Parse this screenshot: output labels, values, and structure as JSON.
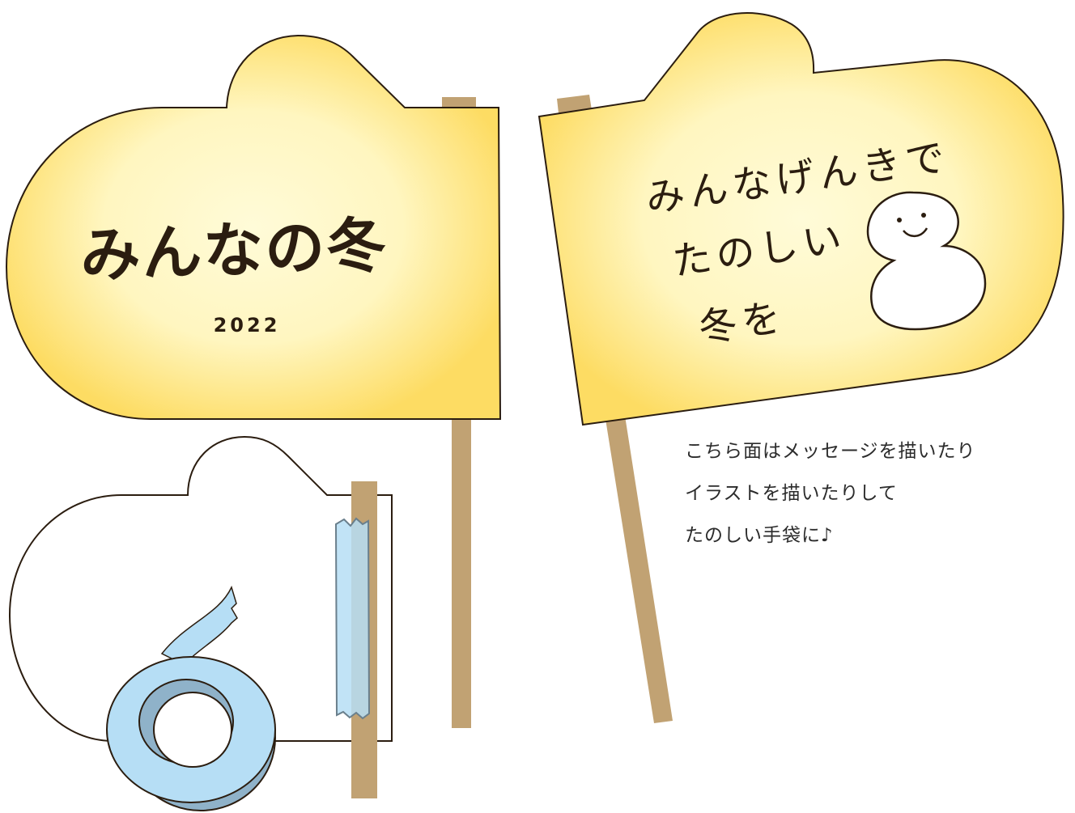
{
  "colors": {
    "mitten_fill": "#fddc63",
    "mitten_glow": "#fffbd8",
    "outline": "#2b1d10",
    "stick": "#c1a273",
    "tape": "#b6def5",
    "tape_dark": "#8fb2c9"
  },
  "front_mitten": {
    "title": "みんなの冬",
    "year": "2022"
  },
  "back_mitten": {
    "lines": [
      "みんなげんきで",
      "たのしい",
      "冬を"
    ],
    "illustration": "snowman-icon"
  },
  "template_mitten": {
    "illustration": "masking-tape-icon"
  },
  "note": {
    "lines": [
      "こちら面はメッセージを描いたり",
      "イラストを描いたりして",
      "たのしい手袋に♪"
    ]
  }
}
